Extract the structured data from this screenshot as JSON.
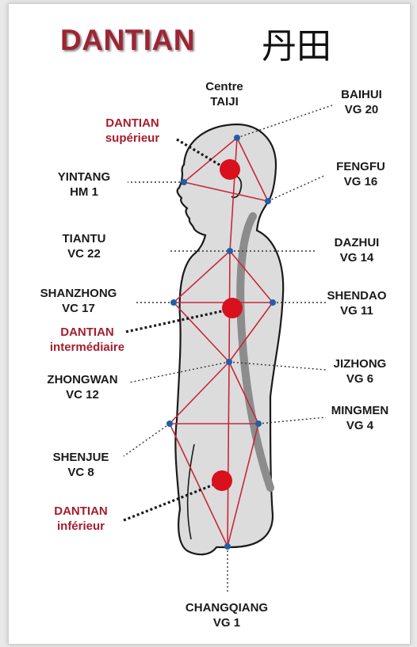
{
  "title": "DANTIAN",
  "chinese_title": "丹田",
  "colors": {
    "accent": "#a51d2d",
    "line_red": "#c8283c",
    "dot_blue": "#1f5fa8",
    "body_fill": "#dcdcdc",
    "spine": "#8c8c8c"
  },
  "points": {
    "centre": {
      "line1": "Centre",
      "line2": "TAIJI"
    },
    "baihui": {
      "line1": "BAIHUI",
      "line2": "VG 20"
    },
    "dantian_sup": {
      "line1": "DANTIAN",
      "line2": "supérieur"
    },
    "yintang": {
      "line1": "YINTANG",
      "line2": "HM 1"
    },
    "fengfu": {
      "line1": "FENGFU",
      "line2": "VG 16"
    },
    "tiantu": {
      "line1": "TIANTU",
      "line2": "VC 22"
    },
    "dazhui": {
      "line1": "DAZHUI",
      "line2": "VG 14"
    },
    "shanzhong": {
      "line1": "SHANZHONG",
      "line2": "VC 17"
    },
    "shendao": {
      "line1": "SHENDAO",
      "line2": "VG 11"
    },
    "dantian_mid": {
      "line1": "DANTIAN",
      "line2": "intermédiaire"
    },
    "zhongwan": {
      "line1": "ZHONGWAN",
      "line2": "VC 12"
    },
    "jizhong": {
      "line1": "JIZHONG",
      "line2": "VG 6"
    },
    "mingmen": {
      "line1": "MINGMEN",
      "line2": "VG 4"
    },
    "shenjue": {
      "line1": "SHENJUE",
      "line2": "VC 8"
    },
    "dantian_inf": {
      "line1": "DANTIAN",
      "line2": "inférieur"
    },
    "changqiang": {
      "line1": "CHANGQIANG",
      "line2": "VG 1"
    }
  }
}
